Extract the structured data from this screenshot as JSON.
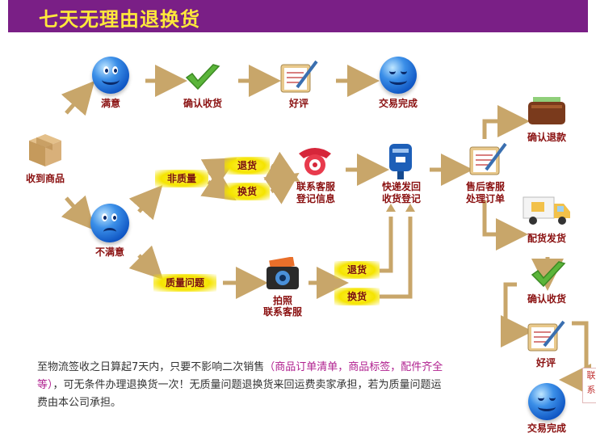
{
  "title": "七天无理由退换货",
  "labels": {
    "received": "收到商品",
    "satisfied": "满意",
    "confirm_receipt_top": "确认收货",
    "good_review_top": "好评",
    "deal_complete_top": "交易完成",
    "unsatisfied": "不满意",
    "non_quality": "非质量",
    "return_top": "退货",
    "exchange_top": "换货",
    "contact_cs_1": "联系客服",
    "contact_cs_2": "登记信息",
    "express_1": "快递发回",
    "express_2": "收货登记",
    "after_sales_1": "售后客服",
    "after_sales_2": "处理订单",
    "confirm_refund": "确认退款",
    "ship_goods": "配货发货",
    "confirm_receipt_right": "确认收货",
    "good_review_right": "好评",
    "deal_complete_right": "交易完成",
    "quality_issue": "质量问题",
    "photo_1": "拍照",
    "photo_2": "联系客服",
    "return_bottom": "退货",
    "exchange_bottom": "换货"
  },
  "note": {
    "part1": "至物流签收之日算起7天内，只要不影响二次销售",
    "highlight": "（商品订单清单，商品标签，配件齐全等）",
    "part2": "，可无条件办理退换货一次！无质量问题退换货来回运费卖家承担，若为质量问题运费由本公司承担。"
  },
  "side_tab": "联系"
}
